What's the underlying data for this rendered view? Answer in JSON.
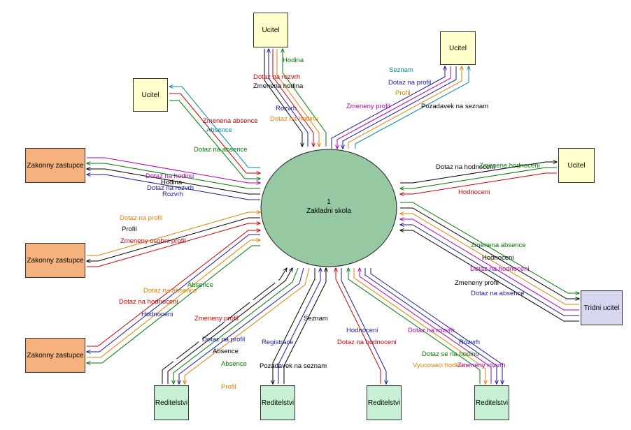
{
  "colors": {
    "teacher_fill": "#ffffcc",
    "guardian_fill": "#f5b27e",
    "director_fill": "#c6efd4",
    "class_teacher_fill": "#d6d6f0",
    "process_fill": "#96c8a2",
    "red": "#cc0000",
    "green": "#007a00",
    "blue": "#1a1a9a",
    "black": "#000000",
    "orange": "#e08000",
    "magenta": "#b000b0",
    "teal": "#0088aa"
  },
  "process": {
    "number": "1",
    "name": "Zakladni skola"
  },
  "entities": {
    "ucitel_top": "Ucitel",
    "ucitel_left": "Ucitel",
    "ucitel_topright": "Ucitel",
    "ucitel_right": "Ucitel",
    "zakonny_1": "Zakonny zastupce",
    "zakonny_2": "Zakonny zastupce",
    "zakonny_3": "Zakonny zastupce",
    "tridni": "Tridni ucitel",
    "reditelstvi_1": "Reditelstvi",
    "reditelstvi_2": "Reditelstvi",
    "reditelstvi_3": "Reditelstvi",
    "reditelstvi_4": "Reditelstvi"
  },
  "flows": {
    "hodina": "Hodina",
    "dotaz_na_rozvrh_top": "Dotaz na rozvrh",
    "zmenena_hodina": "Zmenena hodina",
    "rozvrh_top": "Rozvrh",
    "dotaz_na_hodinu_top": "Dotaz na hodinu",
    "zmenena_absence_left": "Zmenena absence",
    "absence_left": "Absence",
    "dotaz_na_absence_left": "Dotaz na absence",
    "seznam_tr": "Seznam",
    "dotaz_na_profil_tr": "Dotaz na profil",
    "profil_tr": "Profil",
    "zmeneny_profil_tr": "Zmeneny profil",
    "pozadavek_na_seznam_tr": "Pozadavek na seznam",
    "dotaz_na_hodnoceni_r": "Dotaz na hodnoceni",
    "zmenene_hodnoceni_r": "Zmenene hodnoceni",
    "hodnoceni_r": "Hodnoceni",
    "z1_dotaz_na_hodinu": "Dotaz na hodinu",
    "z1_hodina": "Hodina",
    "z1_dotaz_na_rozvrh": "Dotaz na rozvrh",
    "z1_rozvrh": "Rozvrh",
    "z2_dotaz_na_profil": "Dotaz na  profil",
    "z2_profil": "Profil",
    "z2_zmeneny_osobni_profil": "Zmeneny osobni profil",
    "z3_absence": "Absence",
    "z3_dotaz_na_absence": "Dotaz na absence",
    "z3_dotaz_na_hodnoceni": "Dotaz na hodnoceni",
    "z3_hodnoceni": "Hodnoceni",
    "t_zmenena_absence": "Zmenena absence",
    "t_hodnoceni": "Hodnoceni",
    "t_dotaz_na_hodnoceni": "Dotaz na hodnoceni",
    "t_zmeneny_profil": "Zmeneny profil",
    "t_dotaz_na_absence": "Dotaz na absence",
    "r1_zmeneny_profil": "Zmeneny profil",
    "r1_dotaz_na_profil": "Dotaz na profil",
    "r1_absence_black": "Absence",
    "r1_absence_green": "Absence",
    "r1_profil": "Profil",
    "r2_seznam": "Seznam",
    "r2_registrace": "Registrace",
    "r2_pozadavek_na_seznam": "Pozadavek na seznam",
    "r3_hodnoceni": "Hodnoceni",
    "r3_dotaz_na_hodnoceni": "Dotaz na hodnoceni",
    "r4_dotaz_na_rozvrh": "Dotaz na rozvrh",
    "r4_rozvrh": "Rozvrh",
    "r4_dotaz_se_na_hodinu": "Dotaz se na hodinu",
    "r4_vyucovaci_hodina": "Vyucovaci hodina",
    "r4_zmeneny_rozvrh": "Zmeneny rozvrh"
  }
}
